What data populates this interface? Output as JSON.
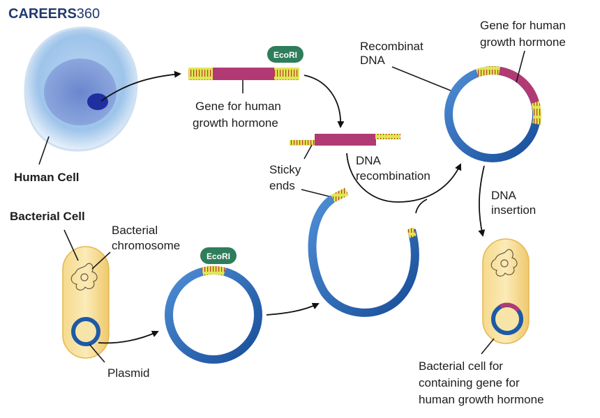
{
  "logo": {
    "part1": "CAREERS",
    "part2": "360"
  },
  "enzyme": {
    "name": "EcoRI"
  },
  "labels": {
    "human_cell": "Human Cell",
    "gene_line1": "Gene for human",
    "gene_line2": "growth hormone",
    "sticky_line1": "Sticky",
    "sticky_line2": "ends",
    "dna_recomb_line1": "DNA",
    "dna_recomb_line2": "recombination",
    "recomb_line1": "Recombinat",
    "recomb_line2": "DNA",
    "gene_top_line1": "Gene for human",
    "gene_top_line2": "growth hormone",
    "insertion_line1": "DNA",
    "insertion_line2": "insertion",
    "bacterial_cell": "Bacterial Cell",
    "bact_chrom_line1": "Bacterial",
    "bact_chrom_line2": "chromosome",
    "plasmid": "Plasmid",
    "result_line1": "Bacterial cell for",
    "result_line2": "containing gene for",
    "result_line3": "human growth hormone"
  },
  "colors": {
    "plasmid_blue": "#1c5aa6",
    "gene_magenta": "#b13a74",
    "sticky_yellow": "#d9e24a",
    "badge_green": "#2e7d5b",
    "bacterium_yellow": "#f3d27c"
  }
}
